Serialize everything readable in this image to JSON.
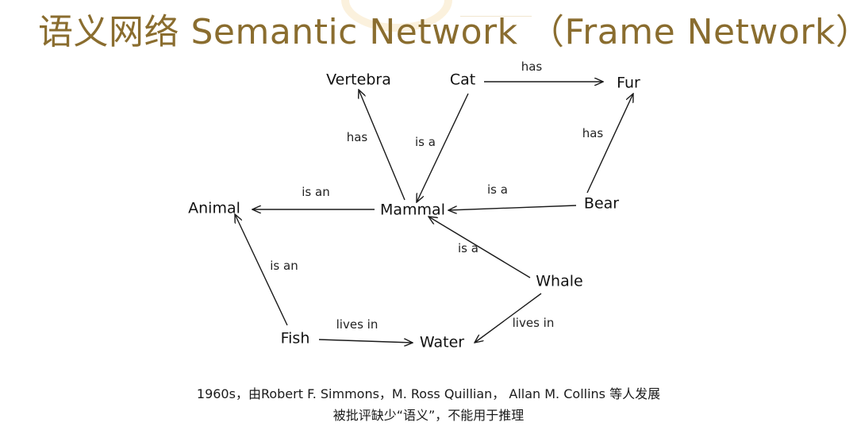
{
  "title": "语义网络 Semantic Network （Frame Network）",
  "diagram": {
    "nodes": [
      {
        "id": "vertebra",
        "label": "Vertebra"
      },
      {
        "id": "cat",
        "label": "Cat"
      },
      {
        "id": "fur",
        "label": "Fur"
      },
      {
        "id": "animal",
        "label": "Animal"
      },
      {
        "id": "mammal",
        "label": "Mammal"
      },
      {
        "id": "bear",
        "label": "Bear"
      },
      {
        "id": "whale",
        "label": "Whale"
      },
      {
        "id": "fish",
        "label": "Fish"
      },
      {
        "id": "water",
        "label": "Water"
      }
    ],
    "edges": [
      {
        "from": "cat",
        "to": "fur",
        "label": "has"
      },
      {
        "from": "mammal",
        "to": "vertebra",
        "label": "has"
      },
      {
        "from": "cat",
        "to": "mammal",
        "label": "is a"
      },
      {
        "from": "bear",
        "to": "fur",
        "label": "has"
      },
      {
        "from": "mammal",
        "to": "animal",
        "label": "is an"
      },
      {
        "from": "bear",
        "to": "mammal",
        "label": "is a"
      },
      {
        "from": "whale",
        "to": "mammal",
        "label": "is a"
      },
      {
        "from": "fish",
        "to": "animal",
        "label": "is an"
      },
      {
        "from": "fish",
        "to": "water",
        "label": "lives in"
      },
      {
        "from": "whale",
        "to": "water",
        "label": "lives in"
      }
    ]
  },
  "caption": {
    "line1": "1960s，由Robert F. Simmons，M. Ross Quillian， Allan M. Collins 等人发展",
    "line2": "被批评缺少“语义”，不能用于推理"
  }
}
